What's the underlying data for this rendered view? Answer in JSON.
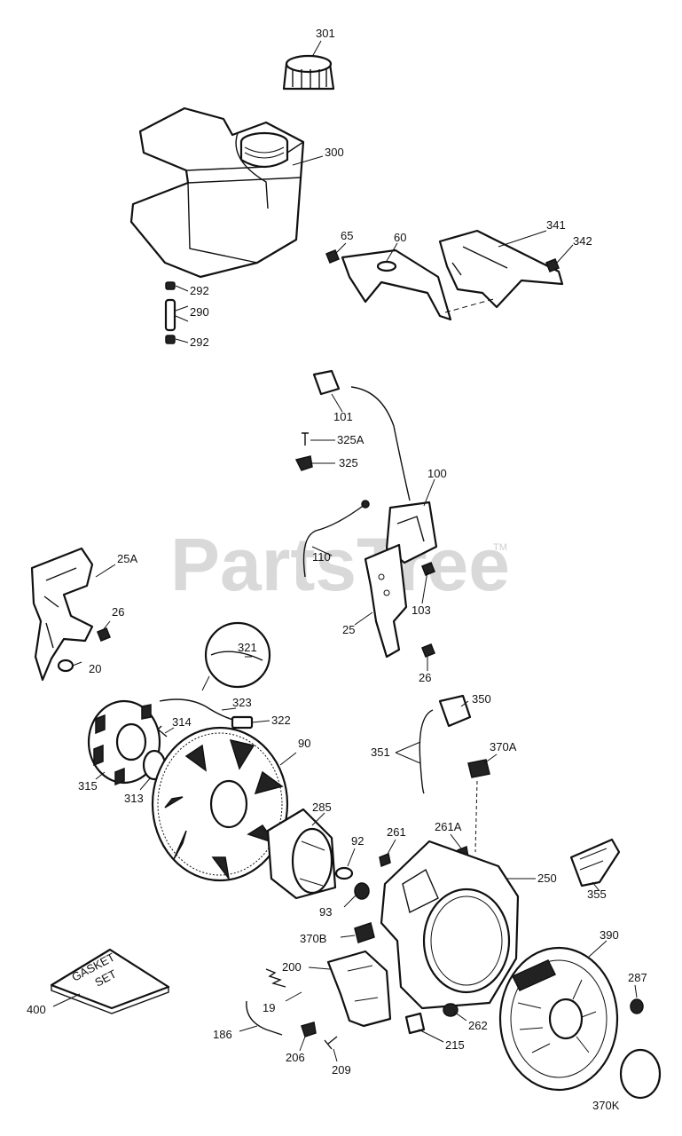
{
  "watermark": {
    "text": "PartsTree",
    "trademark": "TM"
  },
  "callouts": [
    "301",
    "300",
    "65",
    "60",
    "341",
    "342",
    "292",
    "290",
    "292",
    "101",
    "325A",
    "325",
    "100",
    "110",
    "103",
    "25",
    "26",
    "25A",
    "26",
    "20",
    "321",
    "323",
    "322",
    "314",
    "315",
    "313",
    "90",
    "350",
    "351",
    "370A",
    "285",
    "92",
    "93",
    "261",
    "261A",
    "250",
    "355",
    "370B",
    "200",
    "19",
    "186",
    "206",
    "209",
    "215",
    "262",
    "390",
    "287",
    "400",
    "370K"
  ],
  "gasket_text": {
    "line1": "GASKET",
    "line2": "SET"
  },
  "colors": {
    "ink": "#111111",
    "paper": "#ffffff",
    "watermark": "#d9d9d9"
  }
}
